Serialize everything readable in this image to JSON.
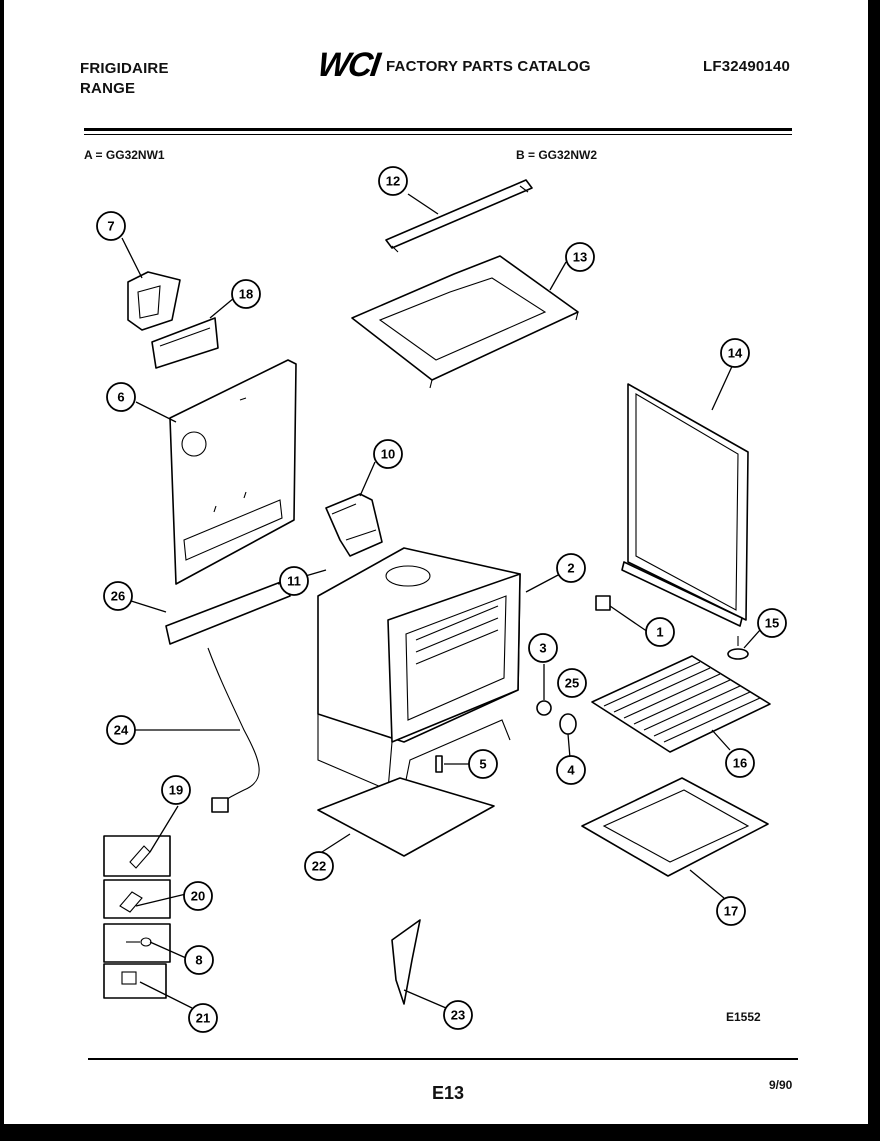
{
  "header": {
    "brand": "FRIGIDAIRE",
    "product": "RANGE",
    "logo": "WCI",
    "catalog_title": "FACTORY PARTS CATALOG",
    "catalog_number": "LF32490140"
  },
  "models": {
    "a": "A = GG32NW1",
    "b": "B = GG32NW2"
  },
  "callouts": [
    "1",
    "2",
    "3",
    "4",
    "5",
    "6",
    "7",
    "8",
    "10",
    "11",
    "12",
    "13",
    "14",
    "15",
    "16",
    "17",
    "18",
    "19",
    "20",
    "21",
    "22",
    "23",
    "24",
    "25",
    "26"
  ],
  "footer": {
    "diagram_code": "E1552",
    "page": "E13",
    "date": "9/90"
  }
}
